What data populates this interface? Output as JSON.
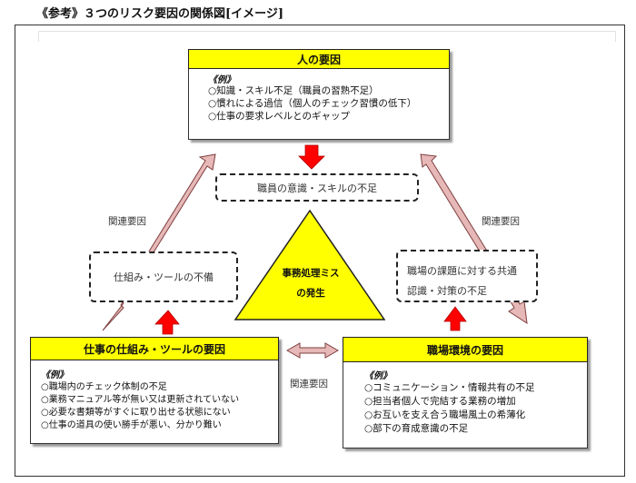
{
  "page_title": "《参考》３つのリスク要因の関係図[イメージ]",
  "top_factor": {
    "title": "人の要因",
    "example_label": "《例》",
    "items": [
      "○知識・スキル不足（職員の習熟不足）",
      "○慣れによる過信（個人のチェック習慣の低下）",
      "○仕事の要求レベルとのギャップ"
    ]
  },
  "left_factor": {
    "title": "仕事の仕組み・ツールの要因",
    "example_label": "《例》",
    "items": [
      "○職場内のチェック体制の不足",
      "○業務マニュアル等が無い又は更新されていない",
      "○必要な書類等がすぐに取り出せる状態にない",
      "○仕事の道具の使い勝手が悪い、分かり難い"
    ]
  },
  "right_factor": {
    "title": "職場環境の要因",
    "example_label": "《例》",
    "items": [
      "○コミュニケーション・情報共有の不足",
      "○担当者個人で完結する業務の増加",
      "○お互いを支え合う職場風土の希薄化",
      "○部下の育成意識の不足"
    ]
  },
  "center": {
    "line1": "事務処理ミス",
    "line2": "の発生"
  },
  "cause_top": "職員の意識・スキルの不足",
  "cause_left": "仕組み・ツールの不備",
  "cause_right": {
    "line1": "職場の課題に対する共通",
    "line2": "認識・対策の不足"
  },
  "related_label": "関連要因",
  "colors": {
    "header_fill": "#ffff00",
    "triangle_fill": "#ffff00",
    "red_arrow": "#ff0000",
    "link_arrow_fill": "#e6b8b7",
    "link_arrow_stroke": "#7f3f3f"
  }
}
